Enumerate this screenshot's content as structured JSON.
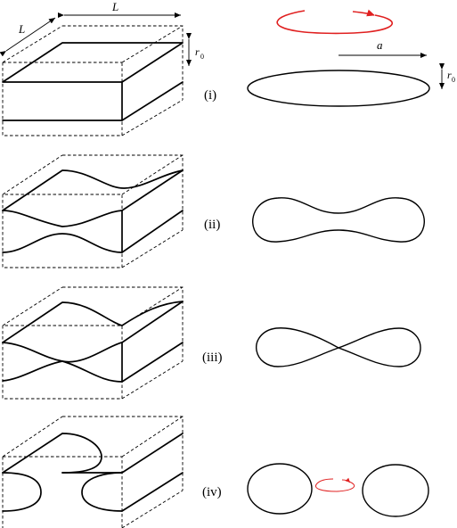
{
  "labels": {
    "L_top": "L",
    "L_side": "L",
    "r0_box": "r",
    "r0_box_sub": "0",
    "a": "a",
    "r0_ellipse": "r",
    "r0_ellipse_sub": "0"
  },
  "stages": [
    {
      "id": "i",
      "label": "(i)"
    },
    {
      "id": "ii",
      "label": "(ii)"
    },
    {
      "id": "iii",
      "label": "(iii)"
    },
    {
      "id": "iv",
      "label": "(iv)"
    }
  ],
  "colors": {
    "lines": "#000000",
    "rotation_arrow": "#e02020"
  }
}
